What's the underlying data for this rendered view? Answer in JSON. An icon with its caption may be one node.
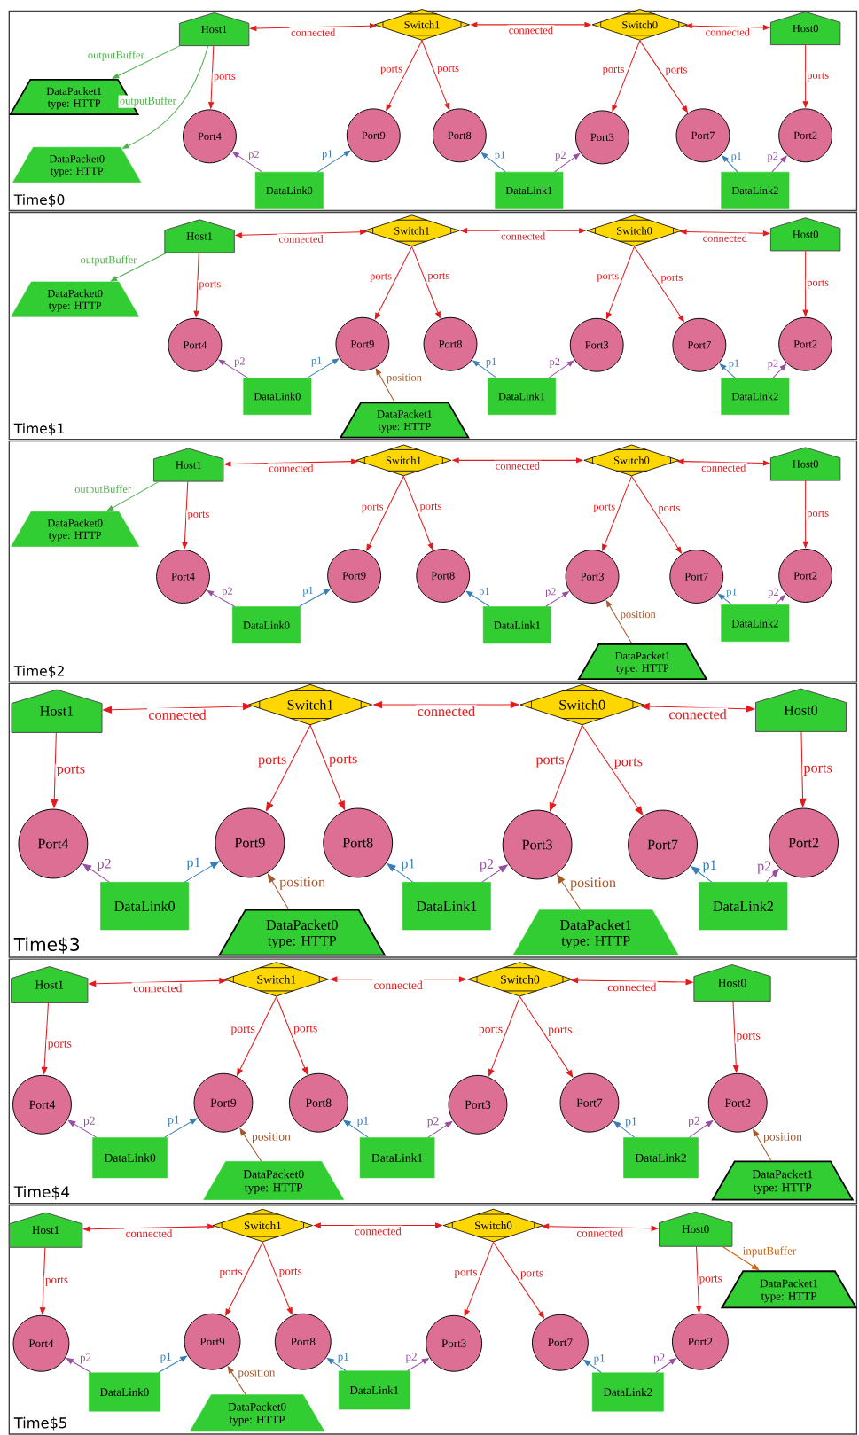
{
  "diagram": {
    "nodes": [
      {
        "text": [
          "Time$0"
        ]
      },
      {
        "text": [
          "Host1"
        ],
        "in": 0
      },
      {
        "text": [
          "Switch1"
        ],
        "in": 0
      },
      {
        "text": [
          "Switch0"
        ],
        "in": 0
      },
      {
        "text": [
          "Host0"
        ],
        "in": 0
      },
      {
        "text": [
          "Port4"
        ],
        "in": 0
      },
      {
        "text": [
          "Port9"
        ],
        "in": 0
      },
      {
        "text": [
          "Port8"
        ],
        "in": 0
      },
      {
        "text": [
          "Port3"
        ],
        "in": 0
      },
      {
        "text": [
          "Port7"
        ],
        "in": 0
      },
      {
        "text": [
          "Port2"
        ],
        "in": 0
      },
      {
        "text": [
          "DataLink0"
        ],
        "in": 0
      },
      {
        "text": [
          "DataLink1"
        ],
        "in": 0
      },
      {
        "text": [
          "DataLink2"
        ],
        "in": 0
      },
      {
        "text": [
          "DataPacket1",
          "type: HTTP"
        ],
        "in": 0
      },
      {
        "text": [
          "DataPacket0",
          "type: HTTP"
        ],
        "in": 0
      },
      {
        "text": [
          "Time$1"
        ]
      },
      {
        "text": [
          "Host1"
        ],
        "in": 16
      },
      {
        "text": [
          "Switch1"
        ],
        "in": 16
      },
      {
        "text": [
          "Switch0"
        ],
        "in": 16
      },
      {
        "text": [
          "Host0"
        ],
        "in": 16
      },
      {
        "text": [
          "Port4"
        ],
        "in": 16
      },
      {
        "text": [
          "Port9"
        ],
        "in": 16
      },
      {
        "text": [
          "Port8"
        ],
        "in": 16
      },
      {
        "text": [
          "Port3"
        ],
        "in": 16
      },
      {
        "text": [
          "Port7"
        ],
        "in": 16
      },
      {
        "text": [
          "Port2"
        ],
        "in": 16
      },
      {
        "text": [
          "DataLink0"
        ],
        "in": 16
      },
      {
        "text": [
          "DataLink1"
        ],
        "in": 16
      },
      {
        "text": [
          "DataLink2"
        ],
        "in": 16
      },
      {
        "text": [
          "DataPacket0",
          "type: HTTP"
        ],
        "in": 16
      },
      {
        "text": [
          "DataPacket1",
          "type: HTTP"
        ],
        "in": 16
      },
      {
        "text": [
          "Time$2"
        ]
      },
      {
        "text": [
          "Host1"
        ],
        "in": 32
      },
      {
        "text": [
          "Switch1"
        ],
        "in": 32
      },
      {
        "text": [
          "Switch0"
        ],
        "in": 32
      },
      {
        "text": [
          "Host0"
        ],
        "in": 32
      },
      {
        "text": [
          "Port4"
        ],
        "in": 32
      },
      {
        "text": [
          "Port9"
        ],
        "in": 32
      },
      {
        "text": [
          "Port8"
        ],
        "in": 32
      },
      {
        "text": [
          "Port3"
        ],
        "in": 32
      },
      {
        "text": [
          "Port7"
        ],
        "in": 32
      },
      {
        "text": [
          "Port2"
        ],
        "in": 32
      },
      {
        "text": [
          "DataLink0"
        ],
        "in": 32
      },
      {
        "text": [
          "DataLink1"
        ],
        "in": 32
      },
      {
        "text": [
          "DataLink2"
        ],
        "in": 32
      },
      {
        "text": [
          "DataPacket0",
          "type: HTTP"
        ],
        "in": 32
      },
      {
        "text": [
          "DataPacket1",
          "type: HTTP"
        ],
        "in": 32
      },
      {
        "text": [
          "Time$3"
        ]
      },
      {
        "text": [
          "Host1"
        ],
        "in": 48
      },
      {
        "text": [
          "Switch1"
        ],
        "in": 48
      },
      {
        "text": [
          "Switch0"
        ],
        "in": 48
      },
      {
        "text": [
          "Host0"
        ],
        "in": 48
      },
      {
        "text": [
          "Port4"
        ],
        "in": 48
      },
      {
        "text": [
          "Port9"
        ],
        "in": 48
      },
      {
        "text": [
          "Port8"
        ],
        "in": 48
      },
      {
        "text": [
          "Port3"
        ],
        "in": 48
      },
      {
        "text": [
          "Port7"
        ],
        "in": 48
      },
      {
        "text": [
          "Port2"
        ],
        "in": 48
      },
      {
        "text": [
          "DataLink0"
        ],
        "in": 48
      },
      {
        "text": [
          "DataLink1"
        ],
        "in": 48
      },
      {
        "text": [
          "DataLink2"
        ],
        "in": 48
      },
      {
        "text": [
          "DataPacket0",
          "type: HTTP"
        ],
        "in": 48
      },
      {
        "text": [
          "DataPacket1",
          "type: HTTP"
        ],
        "in": 48
      },
      {
        "text": [
          "Time$4"
        ]
      },
      {
        "text": [
          "Host1"
        ],
        "in": 64
      },
      {
        "text": [
          "Switch1"
        ],
        "in": 64
      },
      {
        "text": [
          "Switch0"
        ],
        "in": 64
      },
      {
        "text": [
          "Host0"
        ],
        "in": 64
      },
      {
        "text": [
          "Port4"
        ],
        "in": 64
      },
      {
        "text": [
          "Port9"
        ],
        "in": 64
      },
      {
        "text": [
          "Port8"
        ],
        "in": 64
      },
      {
        "text": [
          "Port3"
        ],
        "in": 64
      },
      {
        "text": [
          "Port7"
        ],
        "in": 64
      },
      {
        "text": [
          "Port2"
        ],
        "in": 64
      },
      {
        "text": [
          "DataLink0"
        ],
        "in": 64
      },
      {
        "text": [
          "DataLink1"
        ],
        "in": 64
      },
      {
        "text": [
          "DataLink2"
        ],
        "in": 64
      },
      {
        "text": [
          "DataPacket0",
          "type: HTTP"
        ],
        "in": 64
      },
      {
        "text": [
          "DataPacket1",
          "type: HTTP"
        ],
        "in": 64
      },
      {
        "text": [
          "Time$5"
        ]
      },
      {
        "text": [
          "Host1"
        ],
        "in": 80
      },
      {
        "text": [
          "Switch1"
        ],
        "in": 80
      },
      {
        "text": [
          "Switch0"
        ],
        "in": 80
      },
      {
        "text": [
          "Host0"
        ],
        "in": 80
      },
      {
        "text": [
          "Port4"
        ],
        "in": 80
      },
      {
        "text": [
          "Port9"
        ],
        "in": 80
      },
      {
        "text": [
          "Port8"
        ],
        "in": 80
      },
      {
        "text": [
          "Port3"
        ],
        "in": 80
      },
      {
        "text": [
          "Port7"
        ],
        "in": 80
      },
      {
        "text": [
          "Port2"
        ],
        "in": 80
      },
      {
        "text": [
          "DataLink0"
        ],
        "in": 80
      },
      {
        "text": [
          "DataLink1"
        ],
        "in": 80
      },
      {
        "text": [
          "DataLink2"
        ],
        "in": 80
      },
      {
        "text": [
          "DataPacket1",
          "type: HTTP"
        ],
        "in": 80
      },
      {
        "text": [
          "DataPacket0",
          "type: HTTP"
        ],
        "in": 80
      }
    ],
    "edges": [
      {
        "from": 1,
        "to": 2,
        "arrow": "both",
        "label": "connected"
      },
      {
        "from": 2,
        "to": 3,
        "arrow": "both",
        "label": "connected"
      },
      {
        "from": 3,
        "to": 4,
        "arrow": "both",
        "label": "connected"
      },
      {
        "from": 1,
        "to": 5,
        "arrow": "to",
        "label": "ports"
      },
      {
        "from": 2,
        "to": 6,
        "arrow": "to",
        "label": "ports"
      },
      {
        "from": 2,
        "to": 7,
        "arrow": "to",
        "label": "ports"
      },
      {
        "from": 3,
        "to": 8,
        "arrow": "to",
        "label": "ports"
      },
      {
        "from": 3,
        "to": 9,
        "arrow": "to",
        "label": "ports"
      },
      {
        "from": 4,
        "to": 10,
        "arrow": "to",
        "label": "ports"
      },
      {
        "from": 11,
        "to": 5,
        "arrow": "to",
        "label": "p2",
        "color": "#984ea3"
      },
      {
        "from": 11,
        "to": 6,
        "arrow": "to",
        "label": "p1",
        "color": "#377eb8"
      },
      {
        "from": 12,
        "to": 7,
        "arrow": "to",
        "label": "p1",
        "color": "#377eb8"
      },
      {
        "from": 12,
        "to": 8,
        "arrow": "to",
        "label": "p2",
        "color": "#984ea3"
      },
      {
        "from": 13,
        "to": 9,
        "arrow": "to",
        "label": "p1",
        "color": "#377eb8"
      },
      {
        "from": 13,
        "to": 10,
        "arrow": "to",
        "label": "p2",
        "color": "#984ea3"
      },
      {
        "from": 1,
        "to": 14,
        "arrow": "to",
        "label": "outputBuffer",
        "color": "#4daf4a"
      },
      {
        "from": 1,
        "to": 15,
        "arrow": "to",
        "label": "outputBuffer",
        "color": "#4daf4a"
      },
      {
        "from": 17,
        "to": 18,
        "arrow": "both",
        "label": "connected"
      },
      {
        "from": 18,
        "to": 19,
        "arrow": "both",
        "label": "connected"
      },
      {
        "from": 19,
        "to": 20,
        "arrow": "both",
        "label": "connected"
      },
      {
        "from": 17,
        "to": 21,
        "arrow": "to",
        "label": "ports"
      },
      {
        "from": 18,
        "to": 22,
        "arrow": "to",
        "label": "ports"
      },
      {
        "from": 18,
        "to": 23,
        "arrow": "to",
        "label": "ports"
      },
      {
        "from": 19,
        "to": 24,
        "arrow": "to",
        "label": "ports"
      },
      {
        "from": 19,
        "to": 25,
        "arrow": "to",
        "label": "ports"
      },
      {
        "from": 20,
        "to": 26,
        "arrow": "to",
        "label": "ports"
      },
      {
        "from": 27,
        "to": 21,
        "arrow": "to",
        "label": "p2",
        "color": "#984ea3"
      },
      {
        "from": 27,
        "to": 22,
        "arrow": "to",
        "label": "p1",
        "color": "#377eb8"
      },
      {
        "from": 28,
        "to": 23,
        "arrow": "to",
        "label": "p1",
        "color": "#377eb8"
      },
      {
        "from": 28,
        "to": 24,
        "arrow": "to",
        "label": "p2",
        "color": "#984ea3"
      },
      {
        "from": 29,
        "to": 25,
        "arrow": "to",
        "label": "p1",
        "color": "#377eb8"
      },
      {
        "from": 29,
        "to": 26,
        "arrow": "to",
        "label": "p2",
        "color": "#984ea3"
      },
      {
        "from": 17,
        "to": 30,
        "arrow": "to",
        "label": "outputBuffer",
        "color": "#4daf4a"
      },
      {
        "from": 31,
        "to": 22,
        "arrow": "to",
        "label": "position",
        "color": "#a65628"
      },
      {
        "from": 33,
        "to": 34,
        "arrow": "both",
        "label": "connected"
      },
      {
        "from": 34,
        "to": 35,
        "arrow": "both",
        "label": "connected"
      },
      {
        "from": 35,
        "to": 36,
        "arrow": "both",
        "label": "connected"
      },
      {
        "from": 33,
        "to": 37,
        "arrow": "to",
        "label": "ports"
      },
      {
        "from": 34,
        "to": 38,
        "arrow": "to",
        "label": "ports"
      },
      {
        "from": 34,
        "to": 39,
        "arrow": "to",
        "label": "ports"
      },
      {
        "from": 35,
        "to": 40,
        "arrow": "to",
        "label": "ports"
      },
      {
        "from": 35,
        "to": 41,
        "arrow": "to",
        "label": "ports"
      },
      {
        "from": 36,
        "to": 42,
        "arrow": "to",
        "label": "ports"
      },
      {
        "from": 43,
        "to": 37,
        "arrow": "to",
        "label": "p2",
        "color": "#984ea3"
      },
      {
        "from": 43,
        "to": 38,
        "arrow": "to",
        "label": "p1",
        "color": "#377eb8"
      },
      {
        "from": 44,
        "to": 39,
        "arrow": "to",
        "label": "p1",
        "color": "#377eb8"
      },
      {
        "from": 44,
        "to": 40,
        "arrow": "to",
        "label": "p2",
        "color": "#984ea3"
      },
      {
        "from": 45,
        "to": 41,
        "arrow": "to",
        "label": "p1",
        "color": "#377eb8"
      },
      {
        "from": 45,
        "to": 42,
        "arrow": "to",
        "label": "p2",
        "color": "#984ea3"
      },
      {
        "from": 33,
        "to": 46,
        "arrow": "to",
        "label": "outputBuffer",
        "color": "#4daf4a"
      },
      {
        "from": 47,
        "to": 40,
        "arrow": "to",
        "label": "position",
        "color": "#a65628"
      },
      {
        "from": 49,
        "to": 50,
        "arrow": "both",
        "label": "connected"
      },
      {
        "from": 50,
        "to": 51,
        "arrow": "both",
        "label": "connected"
      },
      {
        "from": 51,
        "to": 52,
        "arrow": "both",
        "label": "connected"
      },
      {
        "from": 49,
        "to": 53,
        "arrow": "to",
        "label": "ports"
      },
      {
        "from": 50,
        "to": 54,
        "arrow": "to",
        "label": "ports"
      },
      {
        "from": 50,
        "to": 55,
        "arrow": "to",
        "label": "ports"
      },
      {
        "from": 51,
        "to": 56,
        "arrow": "to",
        "label": "ports"
      },
      {
        "from": 51,
        "to": 57,
        "arrow": "to",
        "label": "ports"
      },
      {
        "from": 52,
        "to": 58,
        "arrow": "to",
        "label": "ports"
      },
      {
        "from": 59,
        "to": 53,
        "arrow": "to",
        "label": "p2",
        "color": "#984ea3"
      },
      {
        "from": 59,
        "to": 54,
        "arrow": "to",
        "label": "p1",
        "color": "#377eb8"
      },
      {
        "from": 60,
        "to": 55,
        "arrow": "to",
        "label": "p1",
        "color": "#377eb8"
      },
      {
        "from": 60,
        "to": 56,
        "arrow": "to",
        "label": "p2",
        "color": "#984ea3"
      },
      {
        "from": 61,
        "to": 57,
        "arrow": "to",
        "label": "p1",
        "color": "#377eb8"
      },
      {
        "from": 61,
        "to": 58,
        "arrow": "to",
        "label": "p2",
        "color": "#984ea3"
      },
      {
        "from": 62,
        "to": 54,
        "arrow": "to",
        "label": "position",
        "color": "#a65628"
      },
      {
        "from": 63,
        "to": 56,
        "arrow": "to",
        "label": "position",
        "color": "#a65628"
      },
      {
        "from": 65,
        "to": 66,
        "arrow": "both",
        "label": "connected"
      },
      {
        "from": 66,
        "to": 67,
        "arrow": "both",
        "label": "connected"
      },
      {
        "from": 67,
        "to": 68,
        "arrow": "both",
        "label": "connected"
      },
      {
        "from": 65,
        "to": 69,
        "arrow": "to",
        "label": "ports"
      },
      {
        "from": 66,
        "to": 70,
        "arrow": "to",
        "label": "ports"
      },
      {
        "from": 66,
        "to": 71,
        "arrow": "to",
        "label": "ports"
      },
      {
        "from": 67,
        "to": 72,
        "arrow": "to",
        "label": "ports"
      },
      {
        "from": 67,
        "to": 73,
        "arrow": "to",
        "label": "ports"
      },
      {
        "from": 68,
        "to": 74,
        "arrow": "to",
        "label": "ports"
      },
      {
        "from": 75,
        "to": 69,
        "arrow": "to",
        "label": "p2",
        "color": "#984ea3"
      },
      {
        "from": 75,
        "to": 70,
        "arrow": "to",
        "label": "p1",
        "color": "#377eb8"
      },
      {
        "from": 76,
        "to": 71,
        "arrow": "to",
        "label": "p1",
        "color": "#377eb8"
      },
      {
        "from": 76,
        "to": 72,
        "arrow": "to",
        "label": "p2",
        "color": "#984ea3"
      },
      {
        "from": 77,
        "to": 73,
        "arrow": "to",
        "label": "p1",
        "color": "#377eb8"
      },
      {
        "from": 77,
        "to": 74,
        "arrow": "to",
        "label": "p2",
        "color": "#984ea3"
      },
      {
        "from": 78,
        "to": 70,
        "arrow": "to",
        "label": "position",
        "color": "#a65628"
      },
      {
        "from": 79,
        "to": 74,
        "arrow": "to",
        "label": "position",
        "color": "#a65628"
      },
      {
        "from": 81,
        "to": 82,
        "arrow": "both",
        "label": "connected"
      },
      {
        "from": 82,
        "to": 83,
        "arrow": "both",
        "label": "connected"
      },
      {
        "from": 83,
        "to": 84,
        "arrow": "both",
        "label": "connected"
      },
      {
        "from": 81,
        "to": 85,
        "arrow": "to",
        "label": "ports"
      },
      {
        "from": 82,
        "to": 86,
        "arrow": "to",
        "label": "ports"
      },
      {
        "from": 82,
        "to": 87,
        "arrow": "to",
        "label": "ports"
      },
      {
        "from": 83,
        "to": 88,
        "arrow": "to",
        "label": "ports"
      },
      {
        "from": 83,
        "to": 89,
        "arrow": "to",
        "label": "ports"
      },
      {
        "from": 84,
        "to": 90,
        "arrow": "to",
        "label": "ports"
      },
      {
        "from": 91,
        "to": 85,
        "arrow": "to",
        "label": "p2",
        "color": "#984ea3"
      },
      {
        "from": 91,
        "to": 86,
        "arrow": "to",
        "label": "p1",
        "color": "#377eb8"
      },
      {
        "from": 92,
        "to": 87,
        "arrow": "to",
        "label": "p1",
        "color": "#377eb8"
      },
      {
        "from": 92,
        "to": 88,
        "arrow": "to",
        "label": "p2",
        "color": "#984ea3"
      },
      {
        "from": 93,
        "to": 89,
        "arrow": "to",
        "label": "p1",
        "color": "#377eb8"
      },
      {
        "from": 93,
        "to": 90,
        "arrow": "to",
        "label": "p2",
        "color": "#984ea3"
      },
      {
        "from": 84,
        "to": 94,
        "arrow": "to",
        "label": "inputBuffer",
        "color": "#d95f02"
      },
      {
        "from": 95,
        "to": 86,
        "arrow": "to",
        "label": "position",
        "color": "#a65628"
      }
    ]
  }
}
